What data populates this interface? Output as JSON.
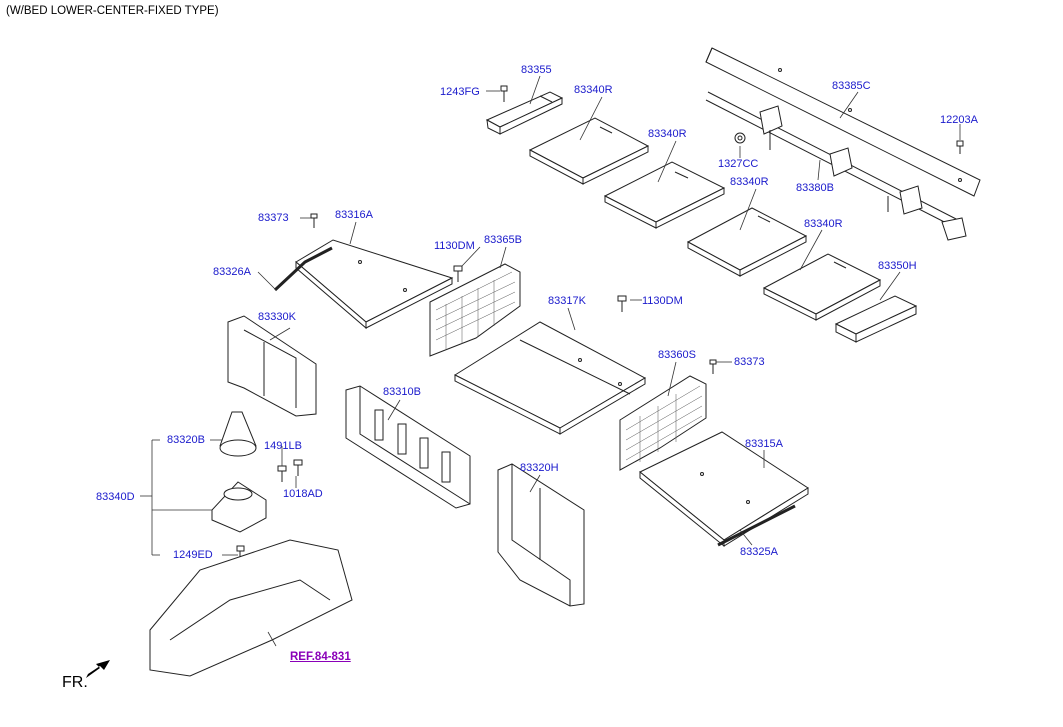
{
  "diagram": {
    "title": "(W/BED LOWER-CENTER-FIXED TYPE)",
    "direction_label": "FR.",
    "reference_link": "REF.84-831",
    "part_numbers": {
      "p83355": "83355",
      "p1243FG": "1243FG",
      "p83340R_1": "83340R",
      "p83340R_2": "83340R",
      "p83340R_3": "83340R",
      "p83340R_4": "83340R",
      "p83385C": "83385C",
      "p12203A": "12203A",
      "p1327CC": "1327CC",
      "p83380B": "83380B",
      "p83350H": "83350H",
      "p83373_1": "83373",
      "p83316A": "83316A",
      "p83326A": "83326A",
      "p1130DM_1": "1130DM",
      "p83365B": "83365B",
      "p83317K": "83317K",
      "p1130DM_2": "1130DM",
      "p83330K": "83330K",
      "p83360S": "83360S",
      "p83373_2": "83373",
      "p83310B": "83310B",
      "p83320B": "83320B",
      "p1491LB": "1491LB",
      "p1018AD": "1018AD",
      "p83340D": "83340D",
      "p83320H": "83320H",
      "p83315A": "83315A",
      "p83325A": "83325A",
      "p1249ED": "1249ED"
    }
  }
}
